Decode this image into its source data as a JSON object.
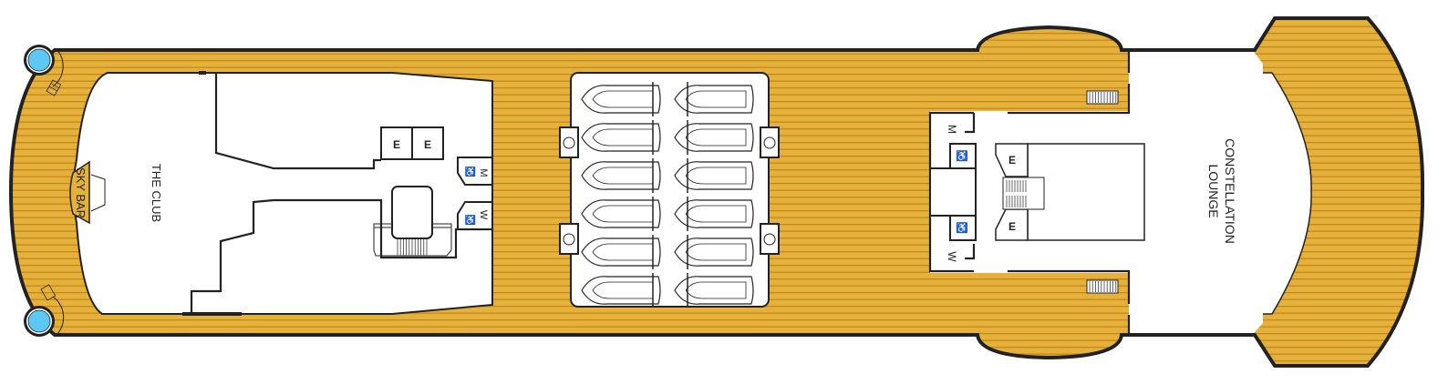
{
  "colors": {
    "deck": "#e4b23a",
    "deck_line": "#c47f14",
    "hull": "#222222",
    "pool": "#5bc8f5",
    "interior": "#ffffff"
  },
  "labels": {
    "sky_bar": "SKY BAR",
    "the_club": "THE CLUB",
    "constellation": "CONSTELLATION",
    "lounge": "LOUNGE",
    "elevator": "E",
    "men": "M",
    "women": "W",
    "accessible": "♿"
  },
  "lifeboats": {
    "rows": 6,
    "columns": 2
  }
}
